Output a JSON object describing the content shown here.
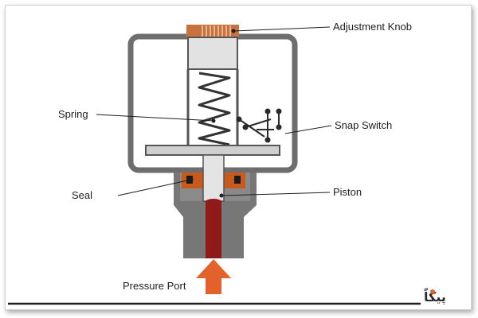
{
  "labels": {
    "adjustment_knob": "Adjustment Knob",
    "spring": "Spring",
    "snap_switch": "Snap Switch",
    "seal": "Seal",
    "piston": "Piston",
    "pressure_port": "Pressure Port"
  },
  "logo": {
    "text": "پیکاً"
  },
  "colors": {
    "housing": "#6e6e6e",
    "housing_light": "#9c9c9c",
    "knob": "#c6733f",
    "seal": "#c85a1e",
    "fluid": "#8e1a1a",
    "arrow": "#e3612b",
    "leader": "#1e1e1e"
  }
}
